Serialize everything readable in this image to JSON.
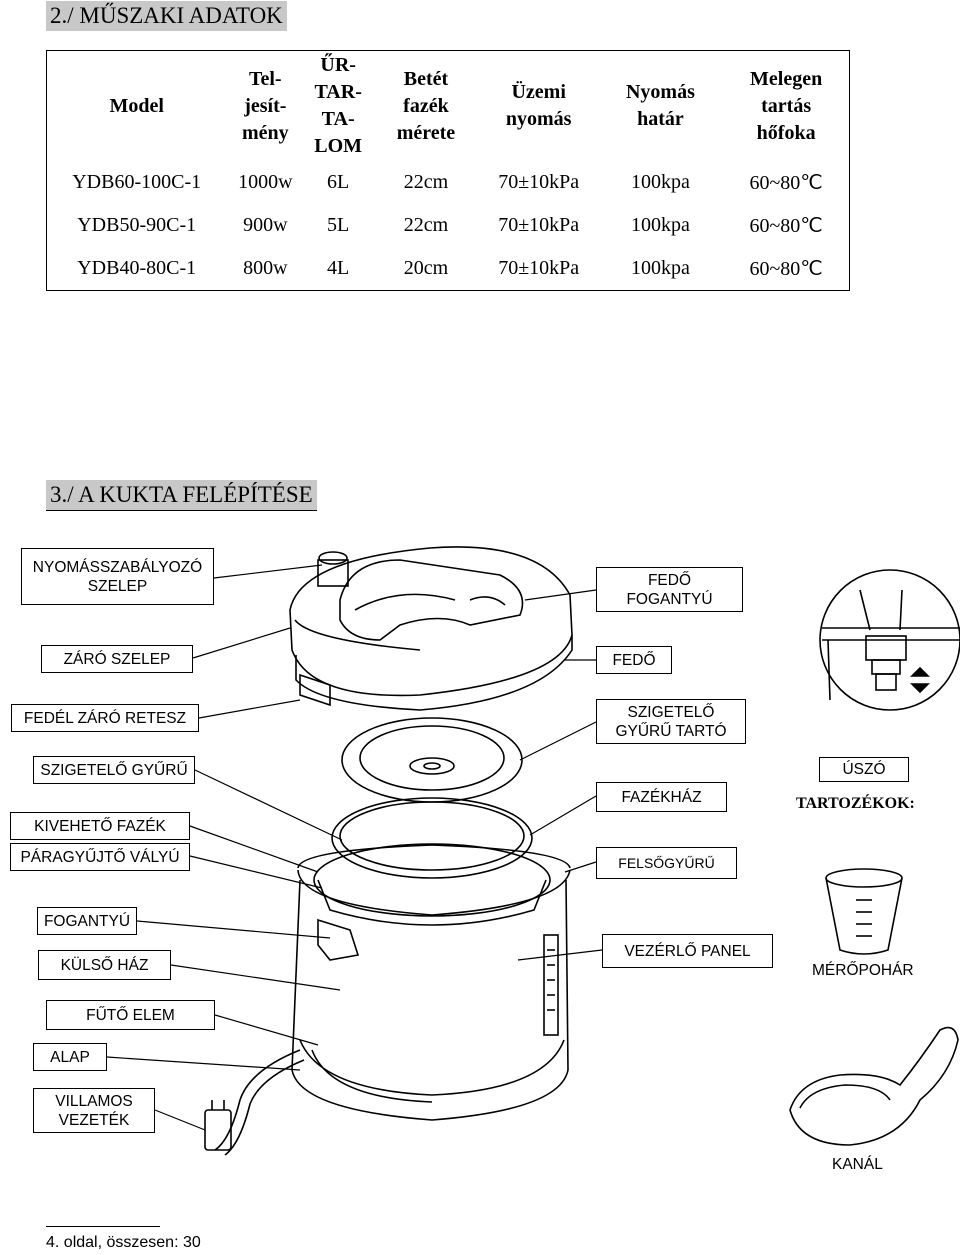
{
  "section2": {
    "title": "2./ MŰSZAKI ADATOK",
    "headers": [
      "Model",
      "Tel-\njesít-\nmény",
      "ŰR-\nTAR-\nTA-\nLOM",
      "Betét\nfazék\nmérete",
      "Üzemi\nnyomás",
      "Nyomás\nhatár",
      "Melegen\ntartás\nhőfoka"
    ],
    "rows": [
      [
        "YDB60-100C-1",
        "1000w",
        "6L",
        "22cm",
        "70±10kPa",
        "100kpa",
        "60~80℃"
      ],
      [
        "YDB50-90C-1",
        "900w",
        "5L",
        "22cm",
        "70±10kPa",
        "100kpa",
        "60~80℃"
      ],
      [
        "YDB40-80C-1",
        "800w",
        "4L",
        "20cm",
        "70±10kPa",
        "100kpa",
        "60~80℃"
      ]
    ]
  },
  "section3": {
    "title": "3./ A KUKTA FELÉPÍTÉSE",
    "labels": {
      "pressure_valve": "NYOMÁSSZABÁLYOZÓ\nSZELEP",
      "lock_valve": "ZÁRÓ SZELEP",
      "lid_latch": "FEDÉL ZÁRÓ RETESZ",
      "seal_ring": "SZIGETELŐ GYŰRŰ",
      "inner_pot": "KIVEHETŐ FAZÉK",
      "condensate_tray": "PÁRAGYŰJTŐ VÁLYÚ",
      "handle": "FOGANTYÚ",
      "outer_housing": "KÜLSŐ HÁZ",
      "heating_element": "FŰTŐ ELEM",
      "base": "ALAP",
      "power_cord": "VILLAMOS\nVEZETÉK",
      "lid_handle": "FEDŐ\nFOGANTYÚ",
      "lid": "FEDŐ",
      "seal_ring_holder": "SZIGETELŐ\nGYŰRŰ TARTÓ",
      "pot_body": "FAZÉKHÁZ",
      "upper_ring": "FELSŐGYŰRŰ",
      "control_panel": "VEZÉRLŐ PANEL",
      "float": "ÚSZÓ"
    },
    "accessories_title": "TARTOZÉKOK:",
    "measuring_cup": "MÉRŐPOHÁR",
    "spoon": "KANÁL"
  },
  "footer": "4. oldal, összesen: 30"
}
